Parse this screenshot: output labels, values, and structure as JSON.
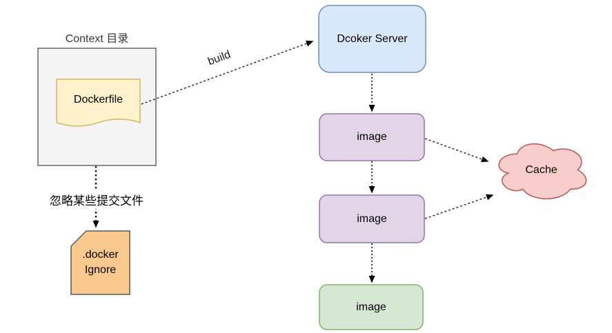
{
  "diagram": {
    "context_group": {
      "title": "Context 目录"
    },
    "nodes": {
      "dockerfile": {
        "label": "Dockerfile"
      },
      "docker_server": {
        "label": "Dcoker Server"
      },
      "image_top": {
        "label": "image"
      },
      "image_middle": {
        "label": "image"
      },
      "image_final": {
        "label": "image"
      },
      "cache": {
        "label": "Cache"
      },
      "dockerignore": {
        "label": ".docker\nIgnore"
      }
    },
    "edges": {
      "build": {
        "label": "build"
      },
      "ignore": {
        "label": "忽略某些提交文件"
      }
    }
  },
  "colors": {
    "context_fill": "#f5f5f5",
    "context_stroke": "#666666",
    "doc_fill": "#fff2cc",
    "doc_stroke": "#d6b656",
    "server_fill": "#dae8fc",
    "server_stroke": "#6c8ebf",
    "image_fill": "#e1d5e7",
    "image_stroke": "#9673a6",
    "image_final_fill": "#d5e8d4",
    "image_final_stroke": "#82b366",
    "cache_fill": "#f8cecc",
    "cache_stroke": "#b85450",
    "ignore_fill": "#f9c88c",
    "ignore_stroke": "#595959",
    "edge_color": "#333333",
    "label_color": "#000000"
  }
}
